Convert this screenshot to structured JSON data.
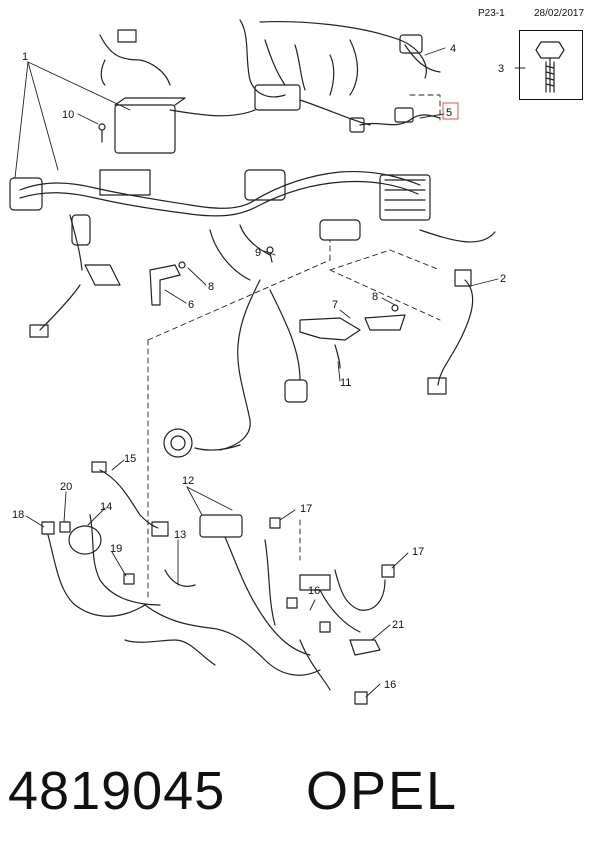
{
  "header": {
    "sheet_code": "P23-1",
    "date": "28/02/2017"
  },
  "callouts": {
    "c1": "1",
    "c2": "2",
    "c3": "3",
    "c4": "4",
    "c5": "5",
    "c6": "6",
    "c7": "7",
    "c8a": "8",
    "c8b": "8",
    "c9": "9",
    "c10": "10",
    "c11": "11",
    "c12": "12",
    "c13": "13",
    "c14": "14",
    "c15": "15",
    "c16a": "16",
    "c16b": "16",
    "c17a": "17",
    "c17b": "17",
    "c18": "18",
    "c19": "19",
    "c20": "20",
    "c21": "21"
  },
  "highlight_color": "#e05050",
  "footer": {
    "part_number": "4819045",
    "brand": "OPEL"
  }
}
